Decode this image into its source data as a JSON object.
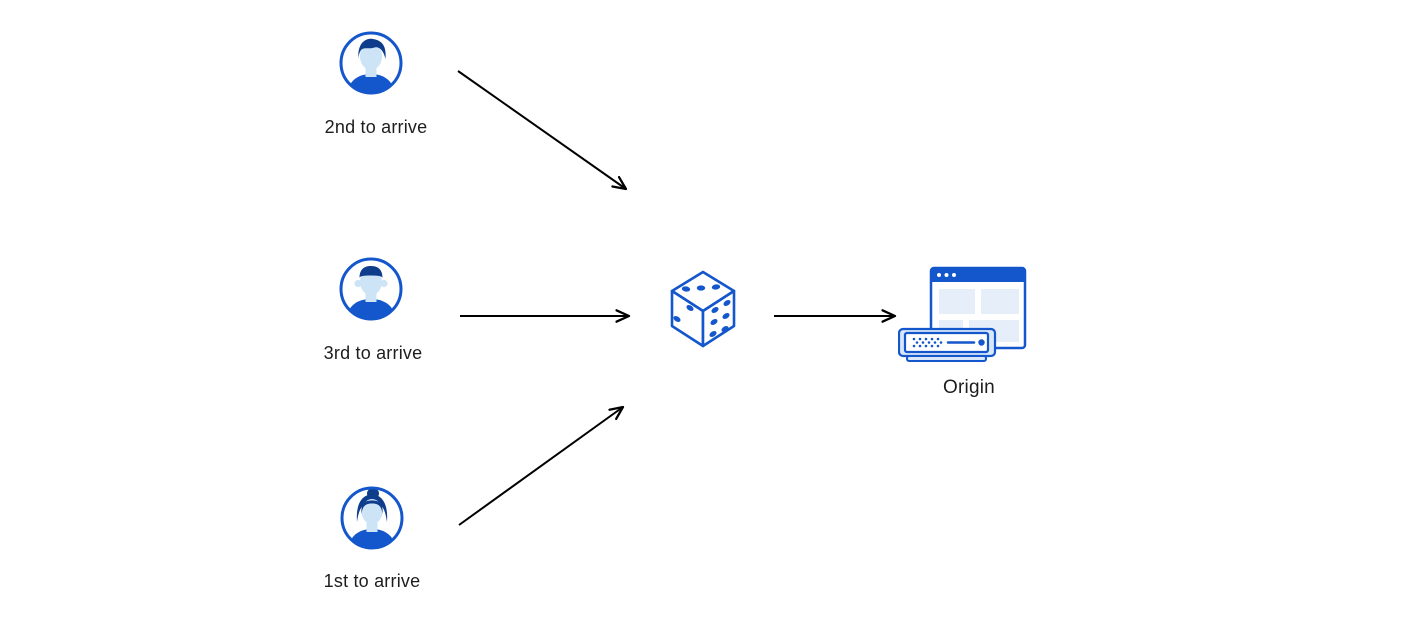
{
  "diagram": {
    "background": "#ffffff",
    "palette": {
      "primary_blue": "#1456cc",
      "dark_blue": "#0e3d8c",
      "light_blue": "#cde4f6",
      "panel_blue": "#e6eef9",
      "tray_blue": "#d8e8fa",
      "arrow_black": "#000000",
      "text": "#1d1d1f"
    },
    "nodes": {
      "visitor_top": {
        "label": "2nd to arrive",
        "icon": "avatar-man-swoop-icon"
      },
      "visitor_middle": {
        "label": "3rd to arrive",
        "icon": "avatar-man-flattop-icon"
      },
      "visitor_bottom": {
        "label": "1st to arrive",
        "icon": "avatar-woman-bun-icon"
      },
      "selector": {
        "label": "",
        "icon": "dice-icon",
        "dice_pips": {
          "top_face": 3,
          "left_face": 2,
          "right_face": 6
        }
      },
      "origin": {
        "label": "Origin",
        "icon": "origin-server-icon"
      }
    },
    "edges": [
      {
        "from": "visitor_top",
        "to": "selector"
      },
      {
        "from": "visitor_middle",
        "to": "selector"
      },
      {
        "from": "visitor_bottom",
        "to": "selector"
      },
      {
        "from": "selector",
        "to": "origin"
      }
    ]
  }
}
